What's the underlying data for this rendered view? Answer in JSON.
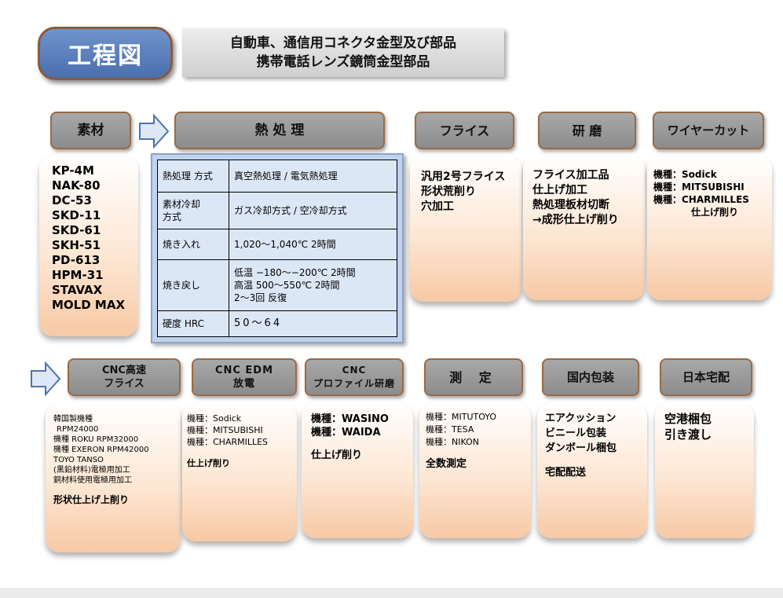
{
  "title": "工程図",
  "subtitle": [
    "自動車、通信用コネクタ金型及び部品",
    "携帯電話レンズ鏡筒金型部品"
  ],
  "row1": {
    "material": {
      "header": "素材",
      "items": [
        "KP-4M",
        "NAK-80",
        "DC-53",
        "SKD-11",
        "SKD-61",
        "SKH-51",
        "PD-613",
        "HPM-31",
        "STAVAX",
        "MOLD MAX"
      ]
    },
    "heat": {
      "header": "熱 処 理",
      "rows": [
        {
          "key": [
            "熱処理 方式"
          ],
          "val": [
            "真空熱処理 / 電気熱処理"
          ]
        },
        {
          "key": [
            "素材冷却",
            "方式"
          ],
          "val": [
            "ガス冷却方式 / 空冷却方式"
          ]
        },
        {
          "key": [
            "焼き入れ"
          ],
          "val": [
            "1,020～1,040℃ 2時間"
          ]
        },
        {
          "key": [
            "焼き戻し"
          ],
          "val": [
            "低温 −180～−200℃ 2時間",
            "高温 500～550℃ 2時間",
            "2～3回 反復"
          ]
        },
        {
          "key": [
            "硬度 HRC"
          ],
          "val": [
            "50～64"
          ]
        }
      ]
    },
    "milling": {
      "header": "フライス",
      "lines": [
        "汎用2号フライス",
        "形状荒削り",
        "穴加工"
      ]
    },
    "grinding": {
      "header": "研 磨",
      "lines": [
        "フライス加工品",
        "仕上げ加工",
        "熱処理板材切断",
        "→成形仕上げ削り"
      ]
    },
    "wire": {
      "header": "ワイヤーカット",
      "lines": [
        "機種：Sodick",
        "機種：MITSUBISHI",
        "機種：CHARMILLES",
        "仕上げ削り"
      ]
    }
  },
  "row2": {
    "cnc": {
      "header": [
        "CNC高速",
        "フライス"
      ],
      "lines": [
        "韓国製機種",
        "RPM24000",
        "機種 ROKU RPM32000",
        "機種 EXERON RPM42000",
        "TOYO TANSO",
        "(黒鉛材料)電極用加工",
        "銅材料使用電極用加工"
      ],
      "footer": "形状仕上げ上削り"
    },
    "edm": {
      "header": [
        "CNC EDM",
        "放電"
      ],
      "lines": [
        "機種：Sodick",
        "機種：MITSUBISHI",
        "機種：CHARMILLES"
      ],
      "footer": "仕上げ削り"
    },
    "profile": {
      "header": [
        "CNC",
        "プロファイル研磨"
      ],
      "lines": [
        "機種：WASINO",
        "機種：WAIDA"
      ],
      "footer": "仕上げ削り"
    },
    "measure": {
      "header": "測 定",
      "lines": [
        "機種：MITUTOYO",
        "機種：TESA",
        "機種：NIKON"
      ],
      "footer": "全数測定"
    },
    "packing": {
      "header": "国内包装",
      "lines": [
        "エアクッション",
        "ビニール包装",
        "ダンボール梱包"
      ],
      "footer": "宅配配送"
    },
    "delivery": {
      "header": "日本宅配",
      "lines": [
        "空港梱包",
        "引き渡し"
      ]
    }
  }
}
